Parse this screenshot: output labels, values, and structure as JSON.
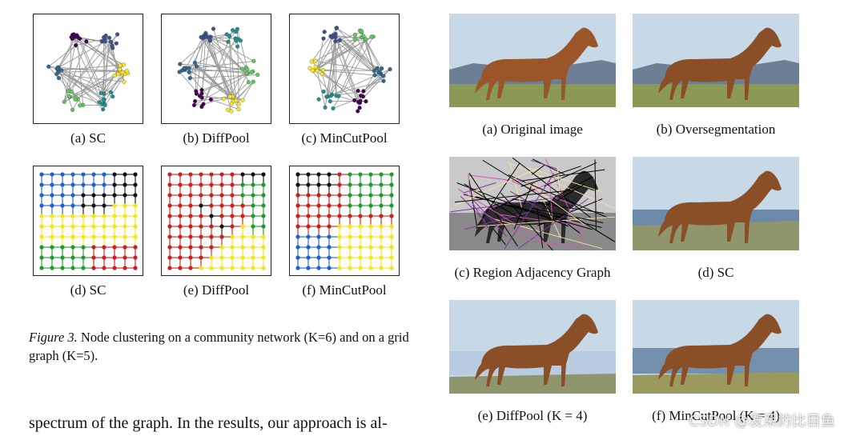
{
  "left_figure": {
    "captions": {
      "a": "(a) SC",
      "b": "(b) DiffPool",
      "c": "(c) MinCutPool",
      "d": "(d) SC",
      "e": "(e) DiffPool",
      "f": "(f) MinCutPool"
    },
    "colors": {
      "community": [
        "#440154",
        "#3b528b",
        "#21918c",
        "#5ec962",
        "#fde725",
        "#31688e"
      ],
      "grid": {
        "blue": "#1f5fd6",
        "black": "#111111",
        "yellow": "#f4e51a",
        "green": "#1d9a2a",
        "red": "#d01c1c"
      }
    },
    "caption_label": "Figure 3.",
    "caption_text": "Node clustering on a community network (K=6) and on a grid graph (K=5)."
  },
  "right_figure": {
    "captions": {
      "a": "(a) Original image",
      "b": "(b) Oversegmentation",
      "c": "(c) Region Adjacency Graph",
      "d": "(d) SC",
      "e": "(e) DiffPool (K = 4)",
      "f": "(f) MinCutPool (K = 4)"
    },
    "colors": {
      "sky": "#c7d8e6",
      "mountain": "#6d7f95",
      "grass": "#8a9a52",
      "horse": "#8a4f27"
    }
  },
  "body_text": "spectrum of the graph.  In the results, our approach is al-",
  "watermark": "CSDN @发呆的比目鱼"
}
